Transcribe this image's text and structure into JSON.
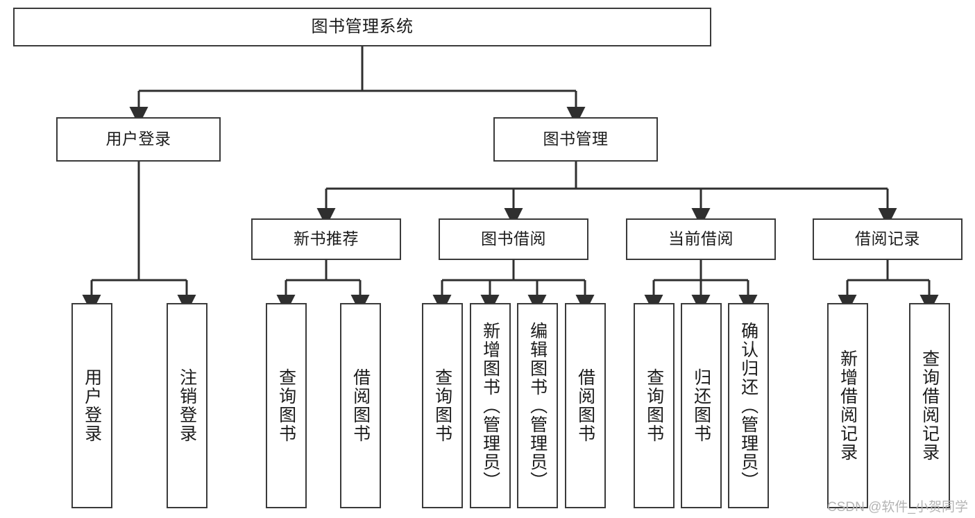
{
  "diagram": {
    "title": "图书管理系统",
    "type": "tree",
    "watermark": "CSDN @软件_小贺同学",
    "colors": {
      "box_border": "#3a3a3a",
      "box_fill": "#ffffff",
      "connector": "#2f2f2f",
      "text": "#1b1b1b",
      "watermark": "#b4b4b4"
    },
    "levels": {
      "root": {
        "label": "图书管理系统"
      },
      "level2": [
        {
          "label": "用户登录"
        },
        {
          "label": "图书管理"
        }
      ],
      "level3": [
        {
          "label": "新书推荐"
        },
        {
          "label": "图书借阅"
        },
        {
          "label": "当前借阅"
        },
        {
          "label": "借阅记录"
        }
      ],
      "leaves": [
        {
          "label": "用户登录",
          "parent": "用户登录"
        },
        {
          "label": "注销登录",
          "parent": "用户登录"
        },
        {
          "label": "查询图书",
          "parent": "新书推荐"
        },
        {
          "label": "借阅图书",
          "parent": "新书推荐"
        },
        {
          "label": "查询图书",
          "parent": "图书借阅"
        },
        {
          "label": "新增图书（管理员）",
          "parent": "图书借阅"
        },
        {
          "label": "编辑图书（管理员）",
          "parent": "图书借阅"
        },
        {
          "label": "借阅图书",
          "parent": "图书借阅"
        },
        {
          "label": "查询图书",
          "parent": "当前借阅"
        },
        {
          "label": "归还图书",
          "parent": "当前借阅"
        },
        {
          "label": "确认归还（管理员）",
          "parent": "当前借阅"
        },
        {
          "label": "新增借阅记录",
          "parent": "借阅记录"
        },
        {
          "label": "查询借阅记录",
          "parent": "借阅记录"
        }
      ]
    }
  }
}
